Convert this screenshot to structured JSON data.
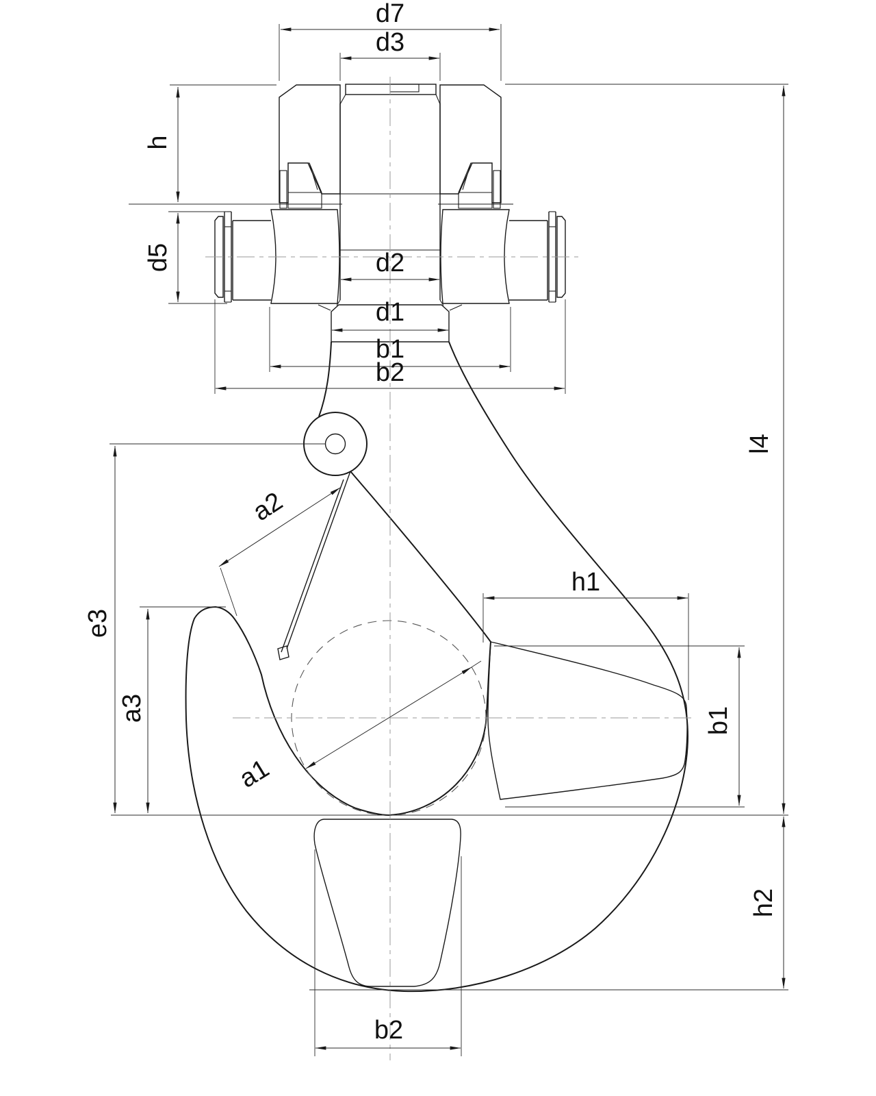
{
  "figure": {
    "type": "technical-drawing",
    "subject": "Swivel hook with safety latch - sectioned dimensional drawing (two views)",
    "background_color": "#ffffff",
    "line_color": "#1a1a1a",
    "hatch_color": "#8a8a8a",
    "centerline_color": "#9a9a9a"
  },
  "dimensions": {
    "d7": "d7",
    "d3": "d3",
    "h": "h",
    "d5": "d5",
    "d2": "d2",
    "d1": "d1",
    "b1_top": "b1",
    "b2_top": "b2",
    "l4": "l4",
    "e3": "e3",
    "a3": "a3",
    "a2": "a2",
    "a1": "a1",
    "h1": "h1",
    "b1_section": "b1",
    "h2": "h2",
    "b2_bottom": "b2"
  }
}
